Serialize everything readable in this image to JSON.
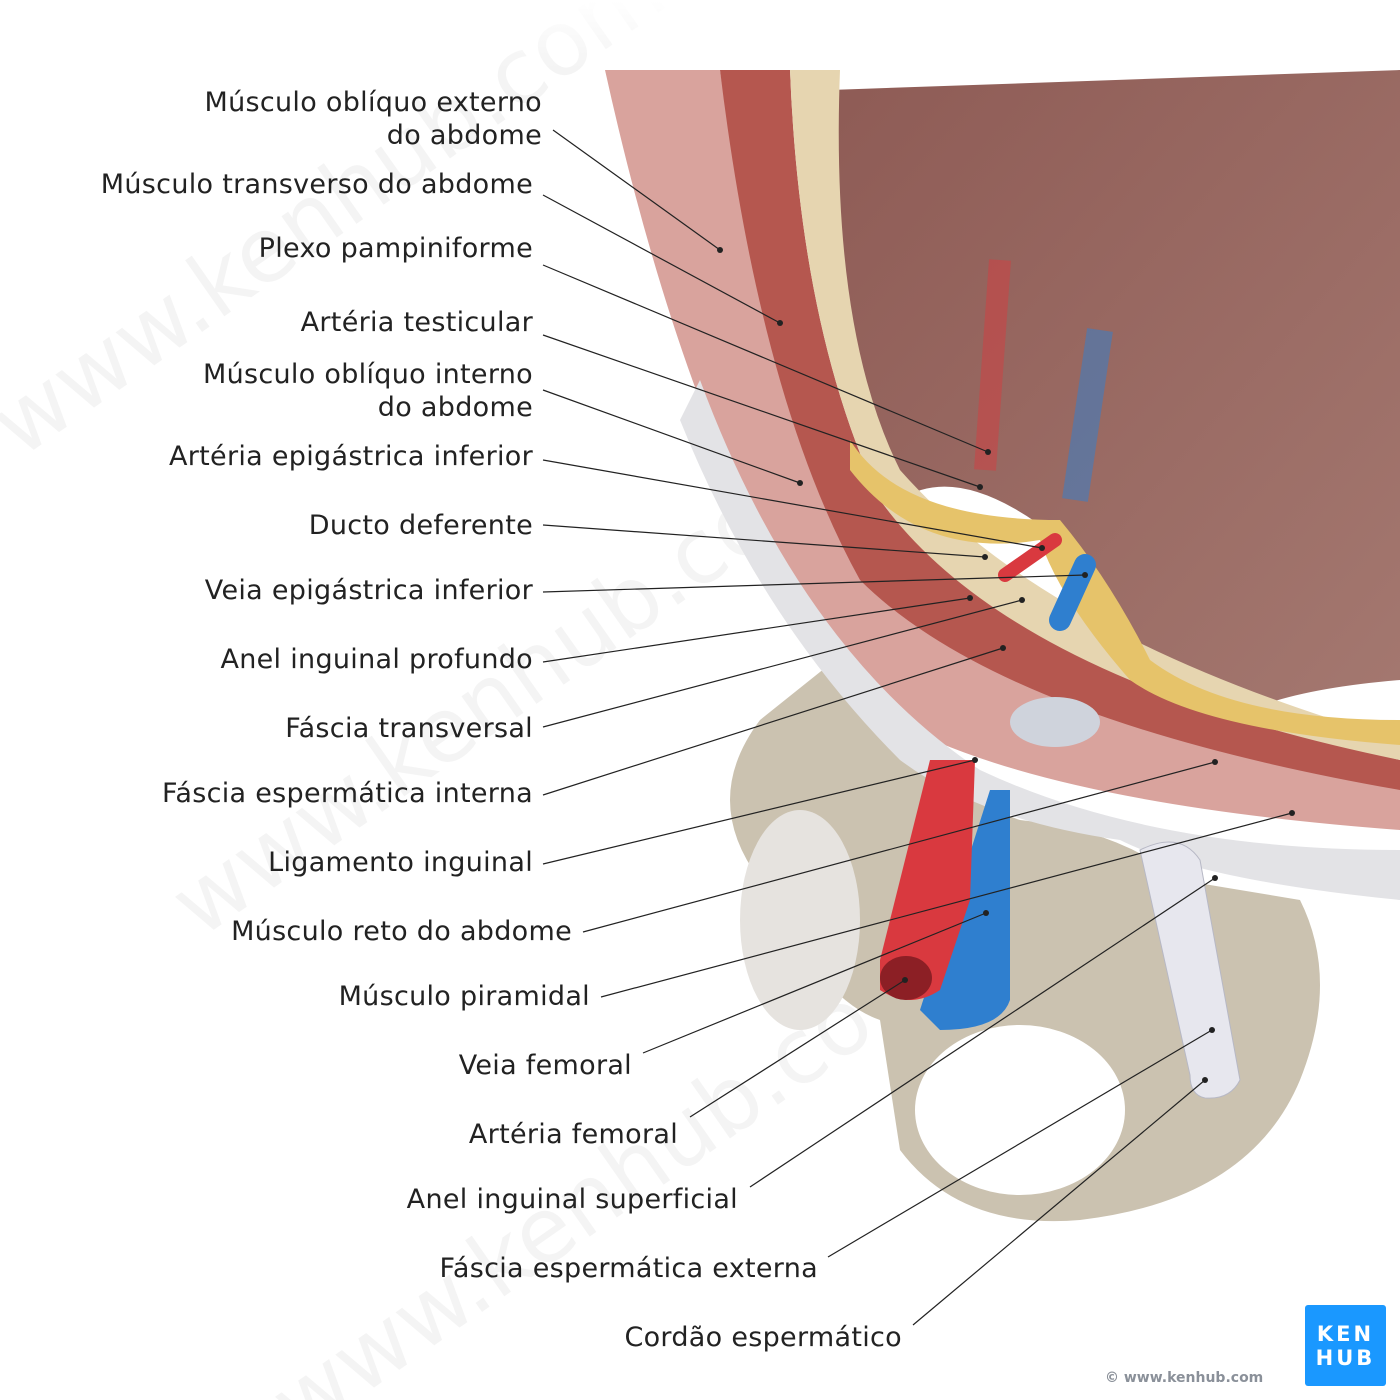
{
  "labels": [
    {
      "lines": [
        "Músculo oblíquo externo",
        "do abdome"
      ]
    },
    {
      "lines": [
        "Músculo transverso do abdome"
      ]
    },
    {
      "lines": [
        "Plexo pampiniforme"
      ]
    },
    {
      "lines": [
        "Artéria testicular"
      ]
    },
    {
      "lines": [
        "Músculo oblíquo interno",
        "do abdome"
      ]
    },
    {
      "lines": [
        "Artéria epigástrica inferior"
      ]
    },
    {
      "lines": [
        "Ducto deferente"
      ]
    },
    {
      "lines": [
        "Veia epigástrica inferior"
      ]
    },
    {
      "lines": [
        "Anel inguinal profundo"
      ]
    },
    {
      "lines": [
        "Fáscia transversal"
      ]
    },
    {
      "lines": [
        "Fáscia espermática interna"
      ]
    },
    {
      "lines": [
        "Ligamento inguinal"
      ]
    },
    {
      "lines": [
        "Músculo reto do abdome"
      ]
    },
    {
      "lines": [
        "Músculo piramidal"
      ]
    },
    {
      "lines": [
        "Veia femoral"
      ]
    },
    {
      "lines": [
        "Artéria femoral"
      ]
    },
    {
      "lines": [
        "Anel inguinal superficial"
      ]
    },
    {
      "lines": [
        "Fáscia espermática externa"
      ]
    },
    {
      "lines": [
        "Cordão espermático"
      ]
    }
  ],
  "logo": {
    "line1": "KEN",
    "line2": "HUB"
  },
  "copyright": "© www.kenhub.com",
  "watermark": "www.kenhub.com ©",
  "colors": {
    "artery": "#d9393f",
    "vein": "#2f7fcf",
    "muscle": "#b5574f",
    "bone": "#cfc6b4",
    "fat": "#e6c36a",
    "brand": "#1a98ff"
  }
}
